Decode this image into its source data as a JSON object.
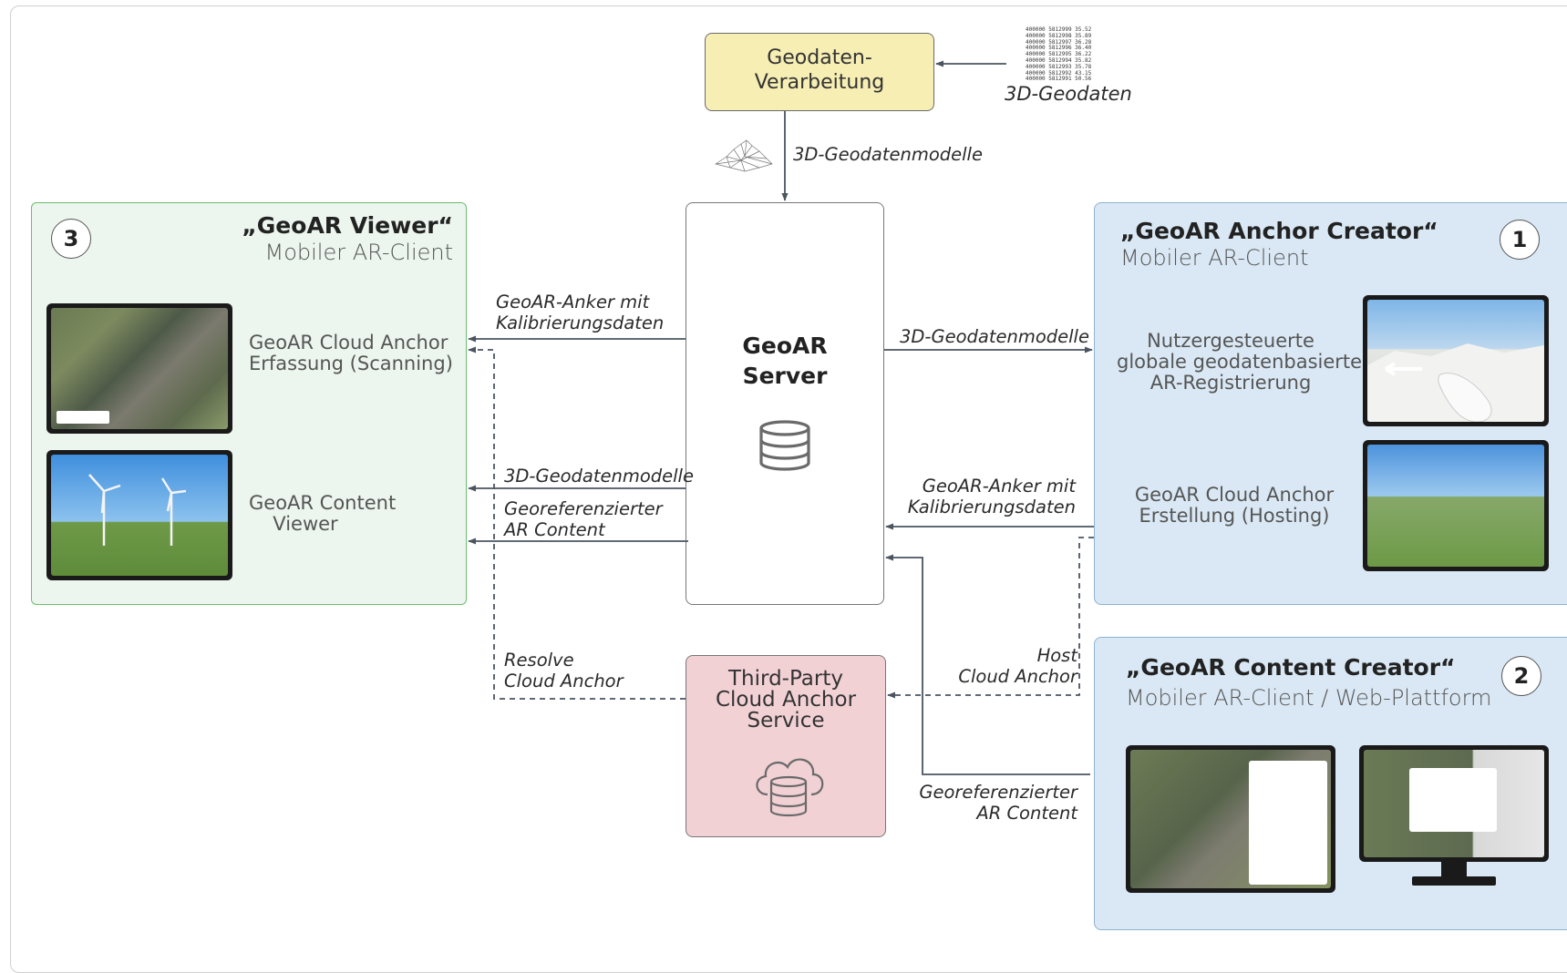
{
  "top": {
    "processing": {
      "line1": "Geodaten-",
      "line2": "Verarbeitung"
    },
    "input_label": "3D-Geodaten",
    "input_text": [
      "400000 5812999 35.52",
      "400000 5812998 35.89",
      "400000 5812997 36.28",
      "400000 5812996 36.40",
      "400000 5812995 36.22",
      "400000 5812994 35.82",
      "400000 5812993 35.78",
      "400000 5812992 43.15",
      "400000 5812991 50.56"
    ],
    "model_label": "3D-Geodatenmodelle"
  },
  "server": {
    "line1": "GeoAR",
    "line2": "Server"
  },
  "viewer": {
    "number": "3",
    "title": "„GeoAR Viewer“",
    "subtitle": "Mobiler AR-Client",
    "scan_line1": "GeoAR Cloud Anchor",
    "scan_line2": "Erfassung (Scanning)",
    "content_line1": "GeoAR Content",
    "content_line2": "Viewer"
  },
  "anchor_creator": {
    "number": "1",
    "title": "„GeoAR Anchor Creator“",
    "subtitle": "Mobiler AR-Client",
    "reg_line1": "Nutzergesteuerte",
    "reg_line2": "globale geodatenbasierte",
    "reg_line3": "AR-Registrierung",
    "host_line1": "GeoAR Cloud Anchor",
    "host_line2": "Erstellung (Hosting)"
  },
  "content_creator": {
    "number": "2",
    "title": "„GeoAR Content Creator“",
    "subtitle": "Mobiler AR-Client / Web-Plattform"
  },
  "third_party": {
    "line1": "Third-Party",
    "line2": "Cloud Anchor",
    "line3": "Service"
  },
  "edges": {
    "anker_left_1": "GeoAR-Anker mit",
    "anker_left_2": "Kalibrierungsdaten",
    "models_right": "3D-Geodatenmodelle",
    "models_left": "3D-Geodatenmodelle",
    "content_left_1": "Georeferenzierter",
    "content_left_2": "AR Content",
    "anker_right_1": "GeoAR-Anker mit",
    "anker_right_2": "Kalibrierungsdaten",
    "resolve_1": "Resolve",
    "resolve_2": "Cloud Anchor",
    "host_1": "Host",
    "host_2": "Cloud Anchor",
    "content_right_1": "Georeferenzierter",
    "content_right_2": "AR Content"
  },
  "colors": {
    "yellow_box": "#f7eeb4",
    "green_box": "#ecf5ee",
    "green_border": "#6abf6f",
    "blue_box": "#d9e8f4",
    "pink_box": "#f2d1d5",
    "arrow": "#4b5560"
  }
}
